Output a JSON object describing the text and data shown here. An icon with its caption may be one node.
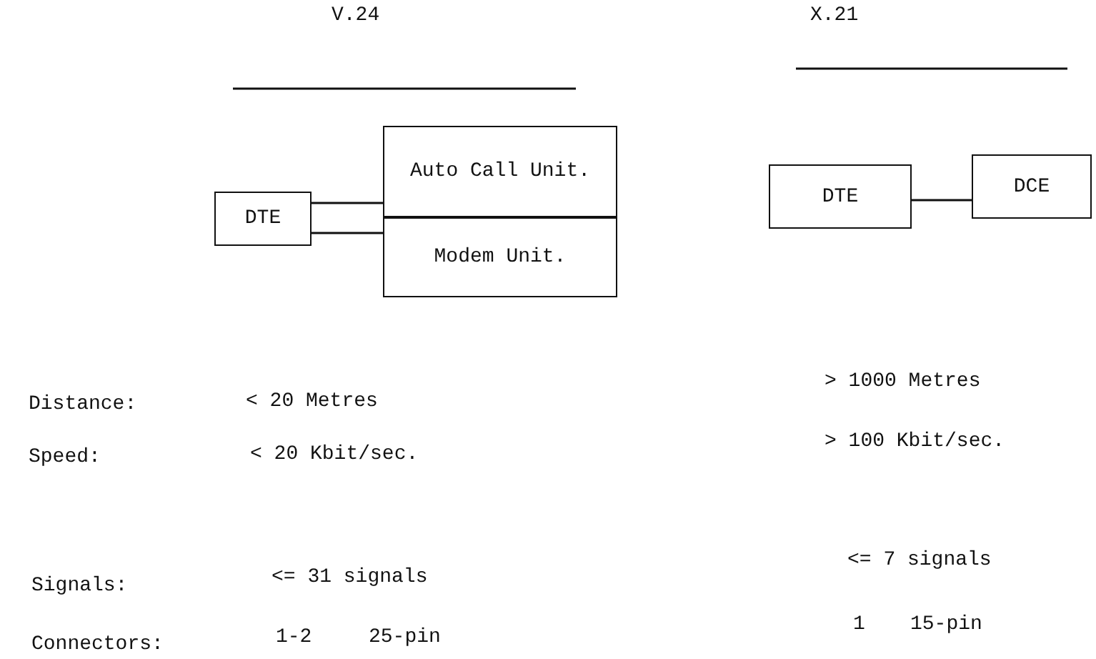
{
  "diagram": {
    "nodes": [
      {
        "text": [
          "DTE"
        ]
      },
      {
        "text": [
          "Auto Call Unit."
        ]
      },
      {
        "text": [
          "Modem Unit."
        ]
      },
      {
        "text": [
          "DTE"
        ]
      },
      {
        "text": [
          "DCE"
        ]
      }
    ],
    "edges": [
      {
        "from": 0,
        "to": 1,
        "arrow": "none"
      },
      {
        "from": 0,
        "to": 2,
        "arrow": "none"
      },
      {
        "from": 3,
        "to": 4,
        "arrow": "none"
      }
    ],
    "labels": [
      "V.24",
      "X.21",
      "Distance:",
      "< 20 Metres",
      "> 1000 Metres",
      "Speed:",
      "< 20 Kbit/sec.",
      "> 100 Kbit/sec.",
      "Signals:",
      "<= 31 signals",
      "<= 7 signals",
      "Connectors:",
      "1-2",
      "25-pin",
      "1",
      "15-pin"
    ]
  }
}
